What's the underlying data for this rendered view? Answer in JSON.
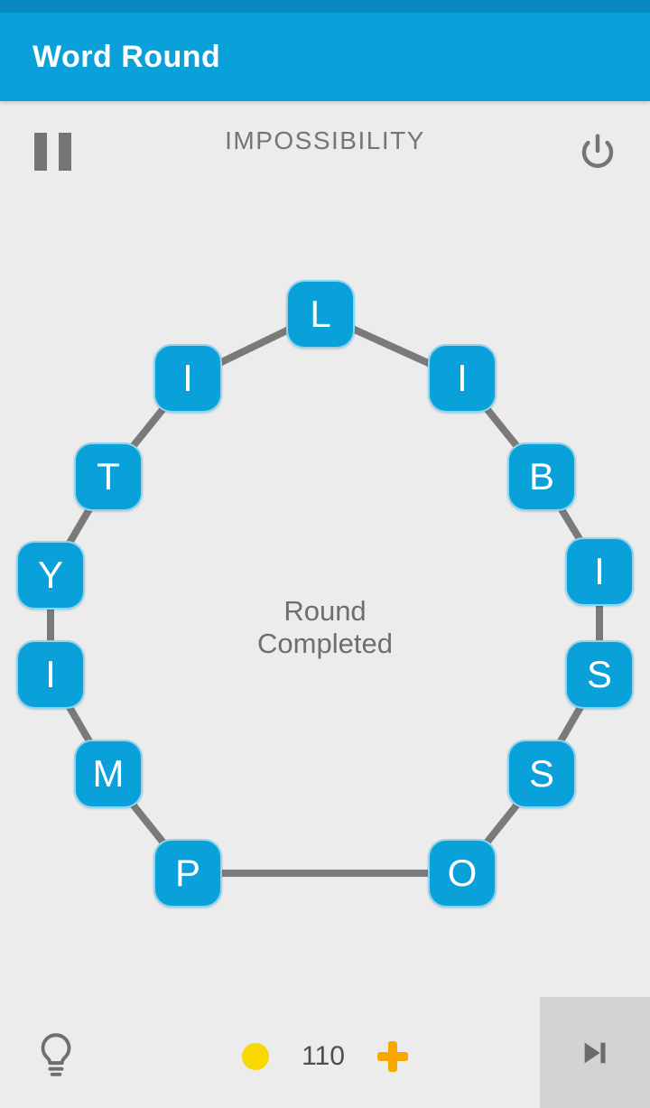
{
  "app": {
    "title": "Word Round"
  },
  "header": {
    "word": "IMPOSSIBILITY",
    "pause_icon": "pause-icon",
    "power_icon": "power-icon"
  },
  "board": {
    "letters": [
      "L",
      "I",
      "B",
      "I",
      "S",
      "S",
      "O",
      "P",
      "M",
      "I",
      "Y",
      "T",
      "I"
    ],
    "center_message_line1": "Round",
    "center_message_line2": "Completed"
  },
  "footer": {
    "coin_count": "110",
    "hint_icon": "lightbulb-icon",
    "coin_icon": "coin-icon",
    "add_coins_icon": "plus-icon",
    "skip_icon": "skip-next-icon"
  },
  "colors": {
    "accent": "#0aa0d9",
    "statusbar": "#0889bd",
    "background": "#ececec",
    "line_gray": "#7a7a7a",
    "icon_gray": "#6f6f6f",
    "coin_yellow": "#f9d700",
    "plus_orange": "#f6a800",
    "skip_panel_gray": "#d3d3d3"
  }
}
